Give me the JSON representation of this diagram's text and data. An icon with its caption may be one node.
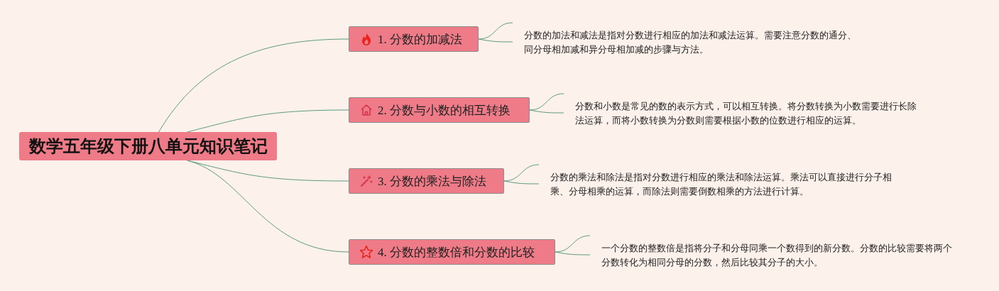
{
  "diagram": {
    "nodes": [
      {
        "text": [
          "数学五年级下册八单元知识笔记"
        ]
      },
      {
        "text": [
          "1. 分数的加减法"
        ]
      },
      {
        "text": [
          "2. 分数与小数的相互转换"
        ]
      },
      {
        "text": [
          "3. 分数的乘法与除法"
        ]
      },
      {
        "text": [
          "4. 分数的整数倍和分数的比较"
        ]
      },
      {
        "text": [
          "分数的加法和减法是指对分数进行相应的加法和减法运算。需要注意分数的通分、同分母相加减和异分母相加减的步骤与方法。"
        ]
      },
      {
        "text": [
          "分数和小数是常见的数的表示方式，可以相互转换。将分数转换为小数需要进行长除法运算，而将小数转换为分数则需要根据小数的位数进行相应的运算。"
        ]
      },
      {
        "text": [
          "分数的乘法和除法是指对分数进行相应的乘法和除法运算。乘法可以直接进行分子相乘、分母相乘的运算，而除法则需要倒数相乘的方法进行计算。"
        ]
      },
      {
        "text": [
          "一个分数的整数倍是指将分子和分母同乘一个数得到的新分数。分数的比较需要将两个分数转化为相同分母的分数，然后比较其分子的大小。"
        ]
      }
    ],
    "edges": [
      {
        "from": 0,
        "to": 1,
        "arrow": "none"
      },
      {
        "from": 0,
        "to": 2,
        "arrow": "none"
      },
      {
        "from": 0,
        "to": 3,
        "arrow": "none"
      },
      {
        "from": 0,
        "to": 4,
        "arrow": "none"
      },
      {
        "from": 1,
        "to": 5,
        "arrow": "none"
      },
      {
        "from": 2,
        "to": 6,
        "arrow": "none"
      },
      {
        "from": 3,
        "to": 7,
        "arrow": "none"
      },
      {
        "from": 4,
        "to": 8,
        "arrow": "none"
      }
    ]
  }
}
